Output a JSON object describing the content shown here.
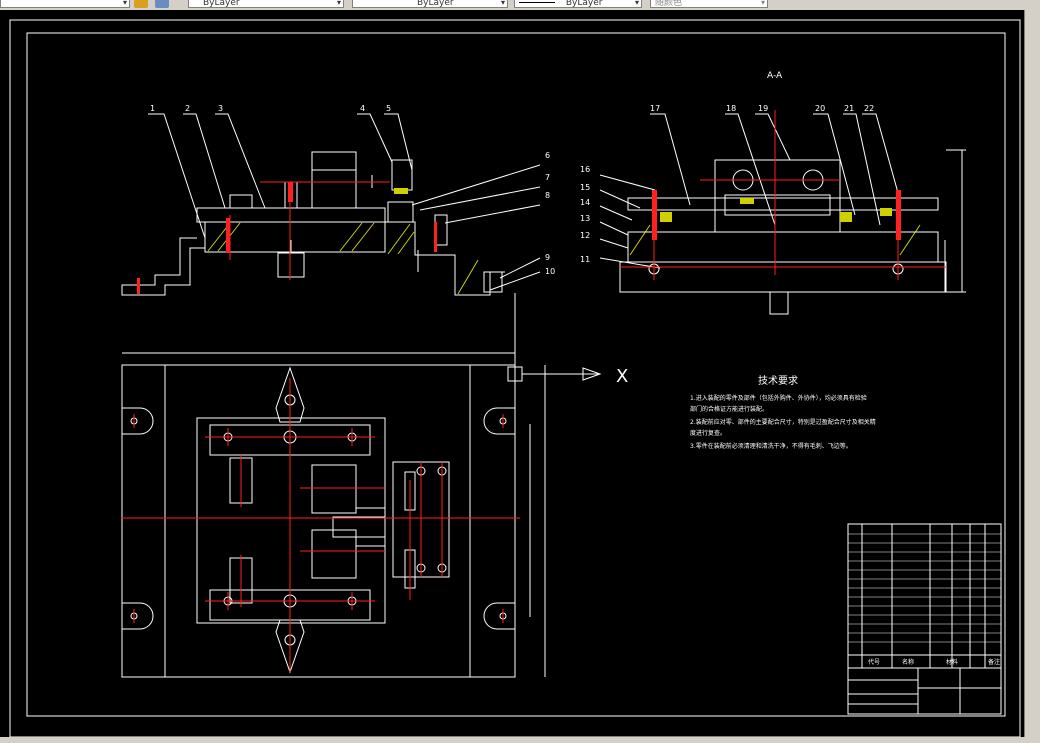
{
  "toolbar": {
    "layer_combo": "ByLayer",
    "linetype_combo": "ByLayer",
    "lineweight_combo": "ByLayer",
    "plotstyle_combo": "随颜色"
  },
  "drawing": {
    "section_label": "A-A",
    "tech_requirements_title": "技术要求",
    "tech_requirements": [
      "1.进入装配的零件及部件（包括外购件、外协件），均必须具有检验",
      "部门的合格证方能进行装配。",
      "2.装配前应对零、部件的主要配合尺寸，特别是过盈配合尺寸及相关精",
      "度进行复查。",
      "3.零件在装配前必须清理和清洗干净，不得有毛刺、飞边等。"
    ],
    "axis_x_label": "X",
    "left_view_callouts": [
      "1",
      "2",
      "3",
      "4",
      "5",
      "6",
      "7",
      "8",
      "9",
      "10"
    ],
    "section_view_callouts": [
      "11",
      "12",
      "13",
      "14",
      "15",
      "16",
      "17",
      "18",
      "19",
      "20",
      "21",
      "22"
    ],
    "title_block_headers": [
      "代号",
      "名称",
      "材料",
      "备注"
    ]
  },
  "colors": {
    "background": "#000000",
    "line_white": "#ffffff",
    "center_red": "#ff2020",
    "hatch_yellow": "#e0e000",
    "toolbar_gray": "#d4d0c8"
  }
}
